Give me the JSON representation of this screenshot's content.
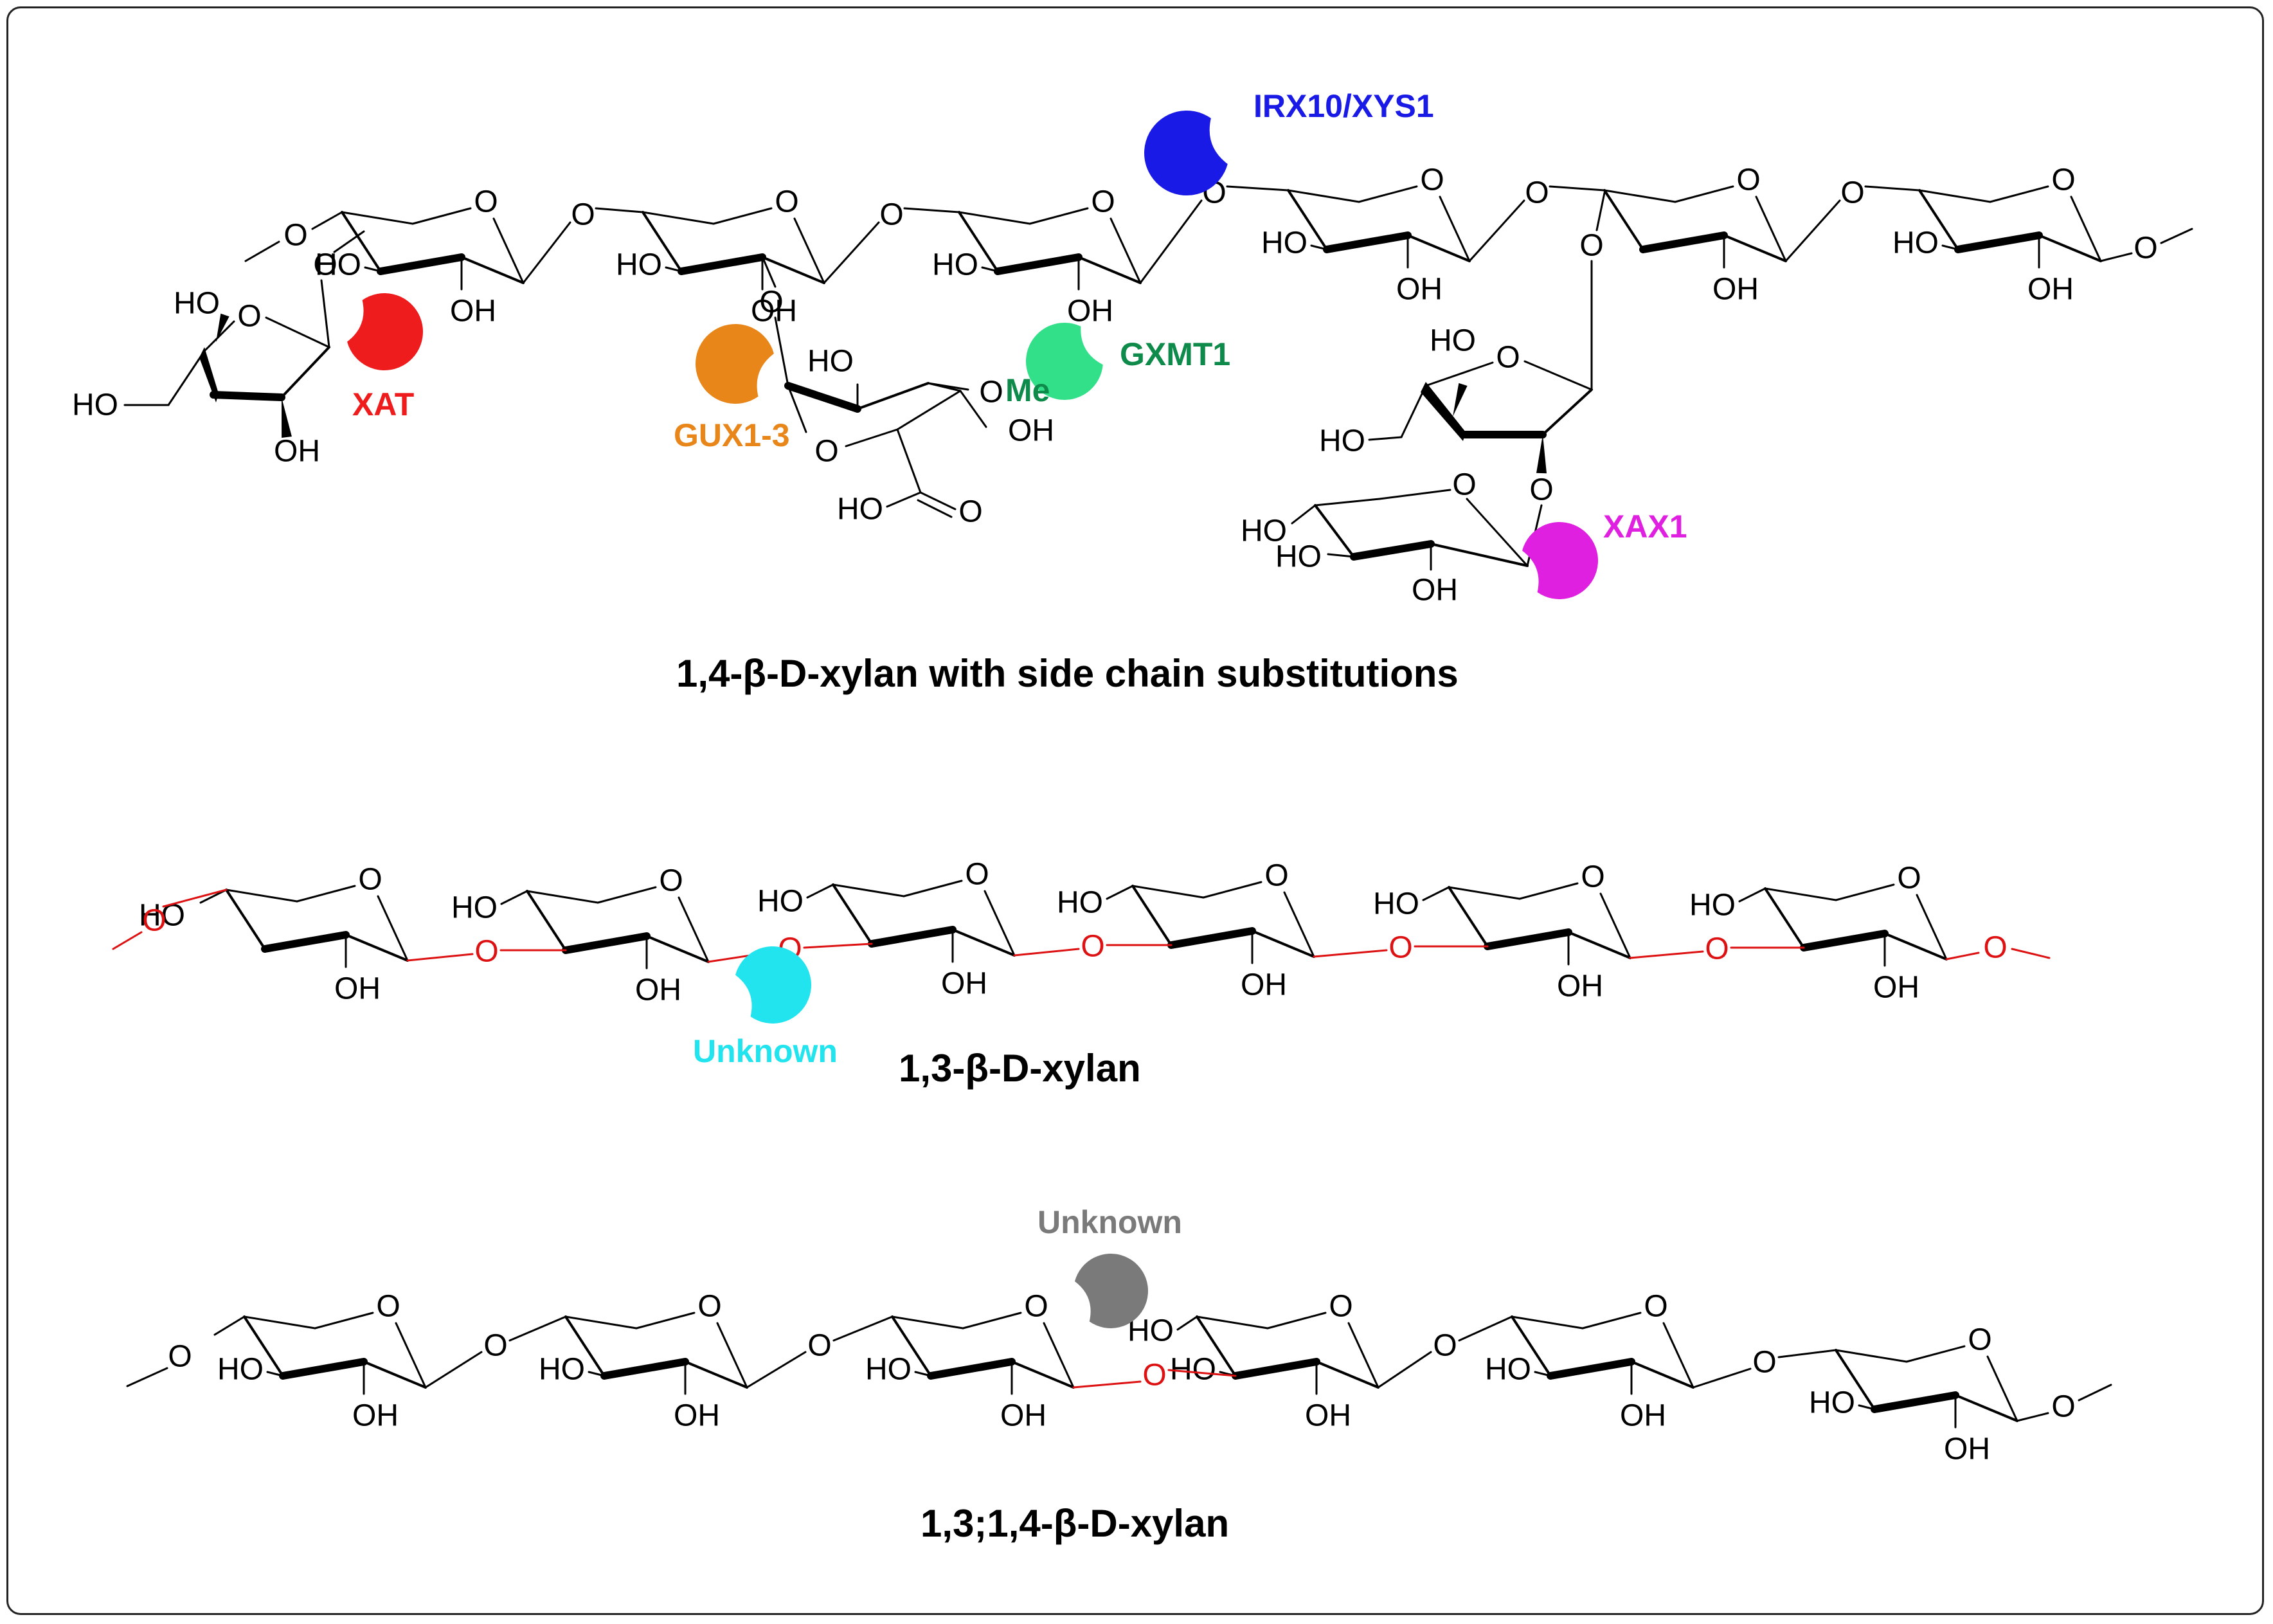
{
  "sections": [
    {
      "caption": "1,4-β-D-xylan with side chain substitutions",
      "enzymes": [
        {
          "label": "IRX10/XYS1",
          "color": "#1a1ae6"
        },
        {
          "label": "XAT",
          "color": "#ee1c1c"
        },
        {
          "label": "GUX1-3",
          "color": "#e8861a"
        },
        {
          "label": "GXMT1",
          "color": "#0e8a4a",
          "shape_color": "#33e08a"
        },
        {
          "label": "XAX1",
          "color": "#e020e0"
        }
      ],
      "methyl_label": "Me"
    },
    {
      "caption": "1,3-β-D-xylan",
      "enzymes": [
        {
          "label": "Unknown",
          "color": "#22e4ee"
        }
      ]
    },
    {
      "caption": "1,3;1,4-β-D-xylan",
      "enzymes": [
        {
          "label": "Unknown",
          "color": "#7a7a7a"
        }
      ]
    }
  ],
  "atoms": {
    "oxygen": "O",
    "hydroxyl_right": "OH",
    "hydroxyl_left": "HO",
    "carbonyl": "O"
  },
  "bond_colors": {
    "default": "#000000",
    "highlight": "#dd1111"
  }
}
